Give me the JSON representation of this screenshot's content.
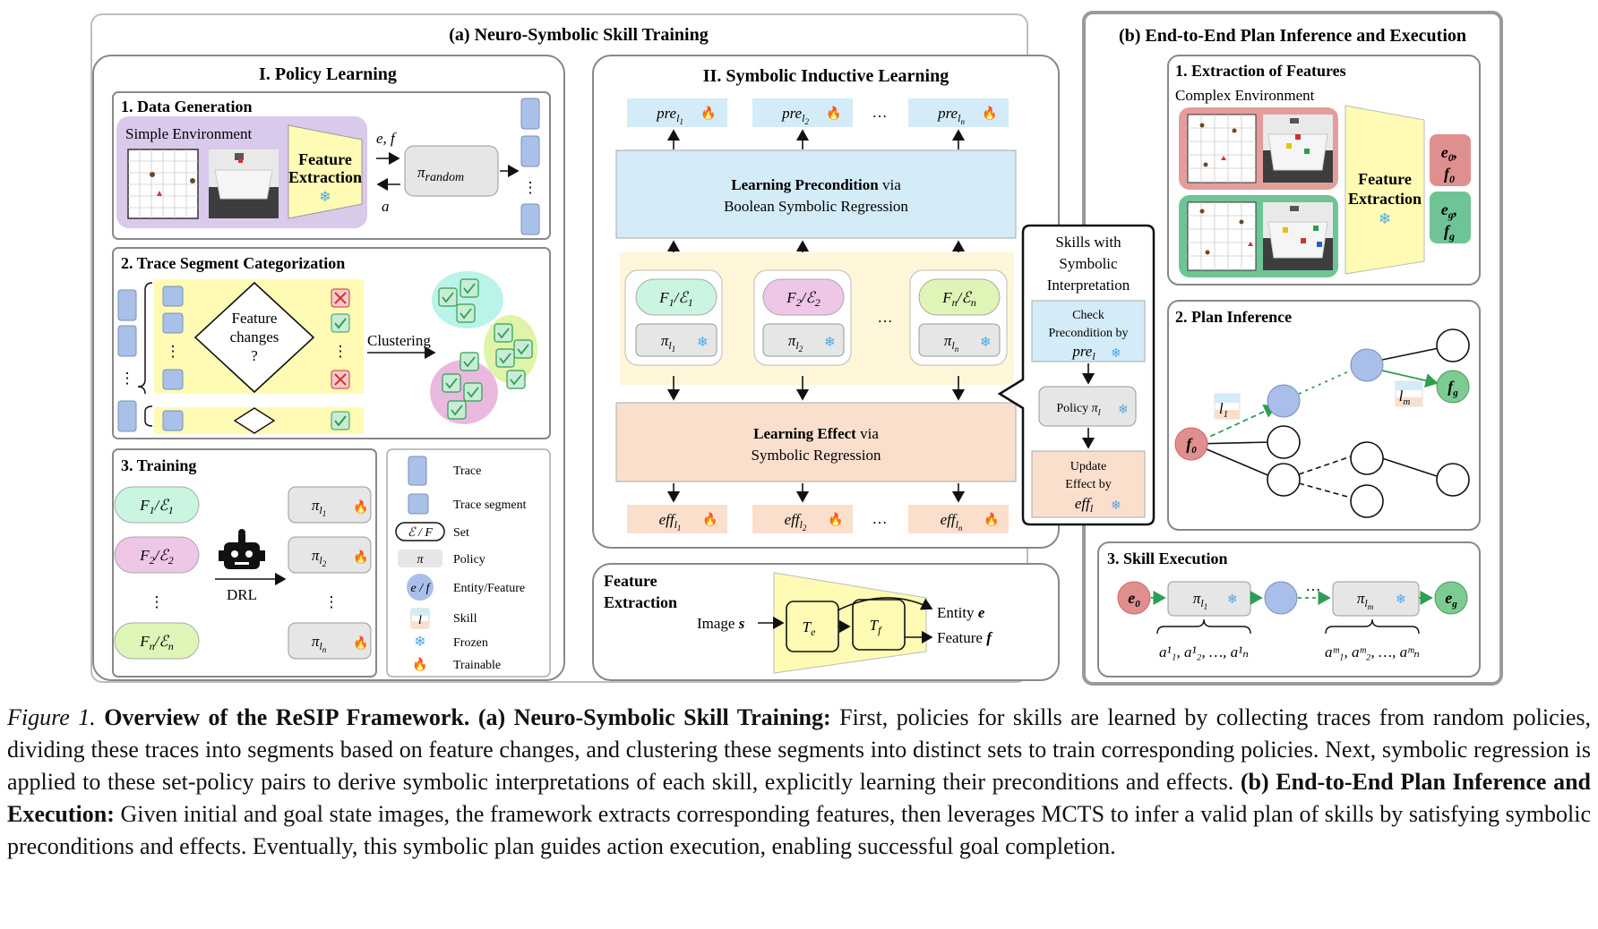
{
  "panel_a": {
    "title": "(a) Neuro-Symbolic Skill Training",
    "policy_learning": {
      "title": "I. Policy Learning",
      "data_generation": {
        "title": "1. Data Generation",
        "env_label": "Simple Environment",
        "feature_extraction": [
          "Feature",
          "Extraction"
        ],
        "arrow_top_label": "e, f",
        "arrow_bottom_label": "a",
        "policy_label": "π",
        "policy_sub": "random",
        "dots": "⋮"
      },
      "trace_segment": {
        "title": "2. Trace Segment Categorization",
        "decision": [
          "Feature",
          "changes",
          "?"
        ],
        "clustering_label": "Clustering",
        "dots": "⋮"
      },
      "training": {
        "title": "3. Training",
        "sets": [
          {
            "F": "F",
            "Fsub": "1",
            "E": "ℰ",
            "Esub": "1",
            "color": "#c9f5e1"
          },
          {
            "F": "F",
            "Fsub": "2",
            "E": "ℰ",
            "Esub": "2",
            "color": "#eec6e6"
          },
          {
            "F": "F",
            "Fsub": "n",
            "E": "ℰ",
            "Esub": "n",
            "color": "#dff5b8"
          }
        ],
        "policies": [
          {
            "p": "π",
            "l": "l",
            "sub": "1"
          },
          {
            "p": "π",
            "l": "l",
            "sub": "2"
          },
          {
            "p": "π",
            "l": "l",
            "sub": "n"
          }
        ],
        "drl_label": "DRL",
        "dots": "⋮"
      },
      "legend": [
        {
          "label": "Trace",
          "icon": "trace-icon"
        },
        {
          "label": "Trace segment",
          "icon": "trace-segment-icon"
        },
        {
          "label": "Set",
          "icon": "set-icon",
          "glyph": "ℰ / F"
        },
        {
          "label": "Policy",
          "icon": "policy-icon",
          "glyph": "π"
        },
        {
          "label": "Entity/Feature",
          "icon": "entity-feature-icon",
          "glyph": "e / f"
        },
        {
          "label": "Skill",
          "icon": "skill-icon",
          "glyph": "l"
        },
        {
          "label": "Frozen",
          "icon": "snowflake-icon",
          "glyph": "❄"
        },
        {
          "label": "Trainable",
          "icon": "fire-icon",
          "glyph": "🔥"
        }
      ]
    },
    "symbolic_learning": {
      "title": "II. Symbolic Inductive Learning",
      "pre_boxes": [
        {
          "name": "pre",
          "l": "l",
          "sub": "1"
        },
        {
          "name": "pre",
          "l": "l",
          "sub": "2"
        },
        {
          "name": "pre",
          "l": "l",
          "sub": "n"
        }
      ],
      "precondition": {
        "line1_bold": "Learning Precondition",
        "line1_rest": " via",
        "line2": "Boolean Symbolic Regression"
      },
      "modules": [
        {
          "F": "F",
          "Fsub": "1",
          "E": "ℰ",
          "Esub": "1",
          "p": "π",
          "l": "l",
          "sub": "1",
          "color": "#c9f5e1"
        },
        {
          "F": "F",
          "Fsub": "2",
          "E": "ℰ",
          "Esub": "2",
          "p": "π",
          "l": "l",
          "sub": "2",
          "color": "#eec6e6"
        },
        {
          "F": "F",
          "Fsub": "n",
          "E": "ℰ",
          "Esub": "n",
          "p": "π",
          "l": "l",
          "sub": "n",
          "color": "#dff5b8"
        }
      ],
      "effect": {
        "line1_bold": "Learning Effect",
        "line1_rest": " via",
        "line2": "Symbolic Regression"
      },
      "eff_boxes": [
        {
          "name": "eff",
          "l": "l",
          "sub": "1"
        },
        {
          "name": "eff",
          "l": "l",
          "sub": "2"
        },
        {
          "name": "eff",
          "l": "l",
          "sub": "n"
        }
      ],
      "dots": "…"
    },
    "feature_extraction": {
      "title": [
        "Feature",
        "Extraction"
      ],
      "input_label": "Image",
      "input_var": "s",
      "te": "T",
      "te_sub": "e",
      "tf": "T",
      "tf_sub": "f",
      "out1": "Entity",
      "out1_var": "e",
      "out2": "Feature",
      "out2_var": "f"
    }
  },
  "skills_callout": {
    "title": [
      "Skills with",
      "Symbolic",
      "Interpretation"
    ],
    "check": [
      "Check",
      "Precondition by"
    ],
    "check_var": "pre",
    "policy": "Policy",
    "policy_var": "π",
    "update": [
      "Update",
      "Effect by"
    ],
    "update_var": "eff",
    "l": "l"
  },
  "panel_b": {
    "title": "(b) End-to-End Plan Inference and Execution",
    "extraction": {
      "title": "1. Extraction of Features",
      "env_label": "Complex Environment",
      "feature_extraction": [
        "Feature",
        "Extraction"
      ],
      "e0": "e",
      "e0_sub": "0",
      "f0": "f",
      "f0_sub": "0",
      "eg": "e",
      "eg_sub": "g",
      "fg": "f",
      "fg_sub": "g"
    },
    "plan_inference": {
      "title": "2. Plan Inference",
      "root": "f",
      "root_sub": "0",
      "goal": "f",
      "goal_sub": "g",
      "l1": "l",
      "l1_sub": "1",
      "lm": "l",
      "lm_sub": "m"
    },
    "skill_execution": {
      "title": "3. Skill Execution",
      "start": "e",
      "start_sub": "0",
      "goal": "e",
      "goal_sub": "g",
      "p1": "π",
      "p1_l": "l",
      "p1_sub": "1",
      "pm": "π",
      "pm_l": "l",
      "pm_sub": "m",
      "actions1": "a¹₁, a¹₂, …, a¹ₙ",
      "actionsm": "aᵐ₁, aᵐ₂, …, aᵐₙ",
      "dots": "…"
    }
  },
  "caption": {
    "label": "Figure 1.",
    "title": "Overview of the ReSIP Framework.",
    "a_title": "(a) Neuro-Symbolic Skill Training:",
    "a_text": "First, policies for skills are learned by collecting traces from random policies, dividing these traces into segments based on feature changes, and clustering these segments into distinct sets to train corresponding policies. Next, symbolic regression is applied to these set-policy pairs to derive symbolic interpretations of each skill, explicitly learning their preconditions and effects.",
    "b_title": "(b) End-to-End Plan Inference and Execution:",
    "b_text": "Given initial and goal state images, the framework extracts corresponding features, then leverages MCTS to infer a valid plan of skills by satisfying symbolic preconditions and effects. Eventually, this symbolic plan guides action execution, enabling successful goal completion."
  },
  "colors": {
    "blue_box": "#d4ebf8",
    "orange_box": "#fbdfcd",
    "yellow": "#fffbb5",
    "set_green": "#c9f5e1",
    "set_pink": "#eec6e6",
    "set_lime": "#dff5b8",
    "trace_blue": "#a9c0e8",
    "env_purple": "#d9c9eb",
    "env_red": "#e39d9d",
    "env_green": "#6fc496",
    "node_blue": "#a9bee8",
    "node_red": "#e08f8f",
    "node_green": "#7ccb92"
  }
}
